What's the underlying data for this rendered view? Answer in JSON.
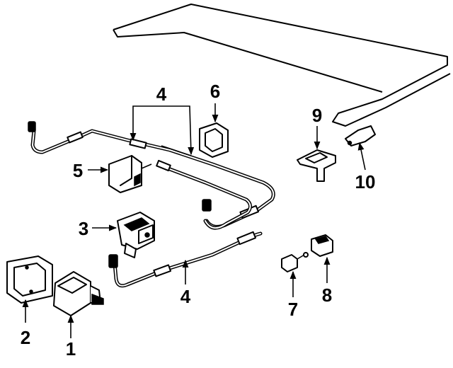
{
  "diagram": {
    "callouts": [
      {
        "key": "c1",
        "label": "1"
      },
      {
        "key": "c2",
        "label": "2"
      },
      {
        "key": "c3",
        "label": "3"
      },
      {
        "key": "c4a",
        "label": "4"
      },
      {
        "key": "c4b",
        "label": "4"
      },
      {
        "key": "c5",
        "label": "5"
      },
      {
        "key": "c6",
        "label": "6"
      },
      {
        "key": "c7",
        "label": "7"
      },
      {
        "key": "c8",
        "label": "8"
      },
      {
        "key": "c9",
        "label": "9"
      },
      {
        "key": "c10",
        "label": "10"
      }
    ]
  }
}
